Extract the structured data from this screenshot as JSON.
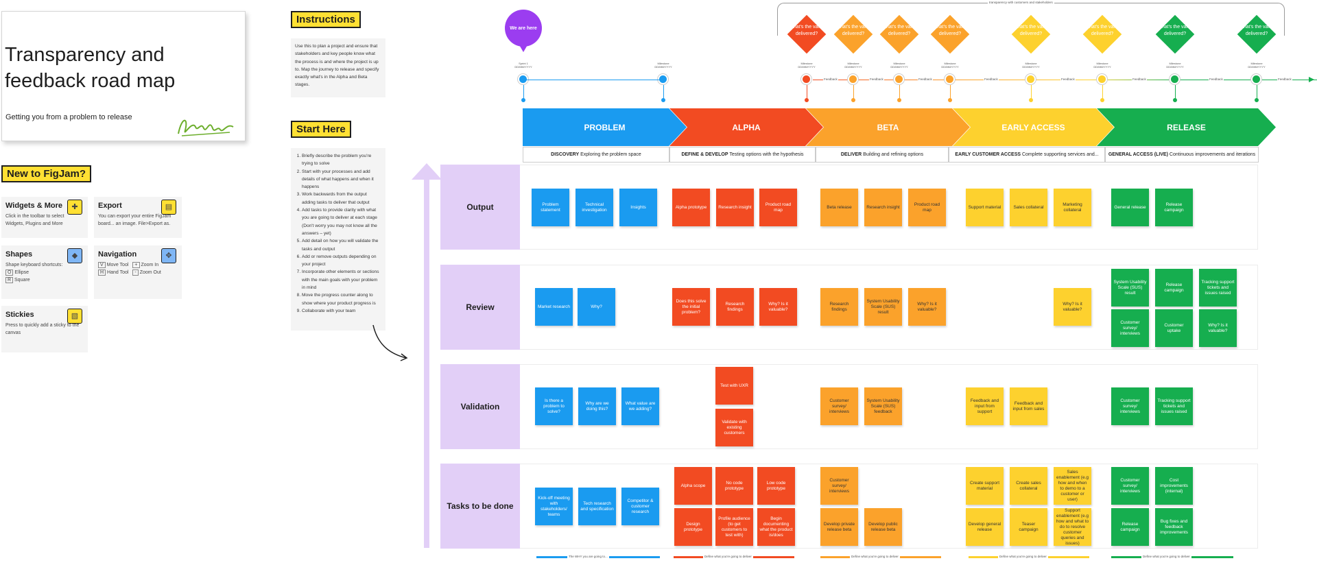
{
  "title_card": {
    "title": "Transparency and feedback road map",
    "subtitle": "Getting you from a problem to release"
  },
  "new_to_figjam": {
    "heading": "New to FigJam?",
    "cards": [
      {
        "title": "Widgets & More",
        "text": "Click in the toolbar to select Widgets, Plugins and More",
        "icon": "plus-widget-icon"
      },
      {
        "title": "Export",
        "text": "You can export your entire FigJam board... an image. File>Export as.",
        "icon": "export-file-icon"
      },
      {
        "title": "Shapes",
        "text": "Shape keyboard shortcuts:",
        "icon": "shapes-icon",
        "items": [
          "Ellipse",
          "Square"
        ],
        "keys": [
          "O",
          "R"
        ]
      },
      {
        "title": "Navigation",
        "text": "",
        "icon": "navigation-move-icon",
        "items": [
          "Move Tool",
          "Hand Tool",
          "Zoom In",
          "Zoom Out"
        ],
        "keys": [
          "V",
          "H",
          "+",
          "-"
        ]
      },
      {
        "title": "Stickies",
        "text": "Press to quickly add a sticky to the canvas",
        "icon": "sticky-note-icon"
      }
    ]
  },
  "instructions": {
    "heading": "Instructions",
    "text": "Use this to plan a project and ensure that stakeholders and key people know what the process is and where the project is up to. Map the journey to release and specify exactly what's in the Alpha and Beta stages."
  },
  "start_here": {
    "heading": "Start Here",
    "steps": [
      "Briefly describe the problem you're trying to solve",
      "Start with your processes and add details of what happens and when it happens",
      "Work backwards from the output adding tasks to deliver that output",
      "Add tasks to provide clarity with what you are going to deliver at each stage (Don't worry you may not know all the answers – yet)",
      "Add detail on how you will validate the tasks and output",
      "Add or remove outputs depending on your project",
      "Incorporate other elements or sections with the main goals with your problem in mind",
      "Move the progress counter along to show where your product progress is",
      "Collaborate with your team"
    ]
  },
  "timeline": {
    "we_are_here": "We are here",
    "bracket_label": "transparency with customers and stakeholders",
    "value_question": "What's the value delivered?",
    "feedback_label": "Feedback",
    "milestones": [
      "Sprint 1 DD/MM/YYYY",
      "Milestone DD/MM/YYYY",
      "Milestone DD/MM/YYYY",
      "Milestone DD/MM/YYYY",
      "Milestone DD/MM/YYYY",
      "Milestone DD/MM/YYYY",
      "Milestone DD/MM/YYYY",
      "Milestone DD/MM/YYYY",
      "Milestone DD/MM/YYYY",
      "Milestone DD/MM/YYYY"
    ]
  },
  "phases": [
    {
      "name": "PROBLEM",
      "color": "#1a9bf0",
      "sub_bold": "DISCOVERY",
      "sub": "Exploring the problem space"
    },
    {
      "name": "ALPHA",
      "color": "#f24b22",
      "sub_bold": "DEFINE & DEVELOP",
      "sub": "Testing options with the hypothesis"
    },
    {
      "name": "BETA",
      "color": "#fba22b",
      "sub_bold": "DELIVER",
      "sub": "Building and refining options"
    },
    {
      "name": "EARLY ACCESS",
      "color": "#fdd12e",
      "sub_bold": "EARLY CUSTOMER ACCESS",
      "sub": "Complete supporting services and..."
    },
    {
      "name": "RELEASE",
      "color": "#16ae4f",
      "sub_bold": "GENERAL ACCESS (LIVE)",
      "sub": "Continuous improvements and iterations"
    }
  ],
  "rows": [
    {
      "label": "Output"
    },
    {
      "label": "Review"
    },
    {
      "label": "Validation"
    },
    {
      "label": "Tasks to be done"
    }
  ],
  "stickies": {
    "output": {
      "problem": [
        "Problem statement",
        "Technical investigation",
        "Insights"
      ],
      "alpha": [
        "Alpha prototype",
        "Research insight",
        "Product road map"
      ],
      "beta": [
        "Beta release",
        "Research insight",
        "Product road map"
      ],
      "early": [
        "Support material",
        "Sales collateral",
        "Marketing collateral"
      ],
      "release": [
        "General release",
        "Release campaign"
      ]
    },
    "review": {
      "problem": [
        "Market research",
        "Why?"
      ],
      "alpha": [
        "Does this solve the initial problem?",
        "Research findings",
        "Why? Is it valuable?"
      ],
      "beta": [
        "Research findings",
        "System Usability Scale (SUS) result",
        "Why? Is it valuable?"
      ],
      "early": [
        "Why? Is it valuable?"
      ],
      "release": [
        "System Usability Scale (SUS) result",
        "Release campaign",
        "Tracking support tickets and issues raised",
        "Customer survey/ interviews",
        "Customer uptake",
        "Why? Is it valuable?"
      ]
    },
    "validation": {
      "problem": [
        "Is there a problem to solve?",
        "Why are we doing this?",
        "What value are we adding?"
      ],
      "alpha": [
        "Test with UXR",
        "Validate with existing customers"
      ],
      "beta": [
        "Customer survey/ interviews",
        "System Usability Scale (SUS) feedback"
      ],
      "early": [
        "Feedback and input from support",
        "Feedback and input from sales"
      ],
      "release": [
        "Customer survey/ interviews",
        "Tracking support tickets and issues raised"
      ]
    },
    "tasks": {
      "problem": [
        "Kick-off meeting with stakeholders/ teams",
        "Tech research and specification",
        "Competitor & customer research"
      ],
      "alpha": [
        "Alpha scope",
        "No code prototype",
        "Low code prototype",
        "Design prototype",
        "Profile audience (to get customers to test with)",
        "Begin documenting what the product is/does"
      ],
      "beta": [
        "Customer survey/ interviews",
        "Develop private release beta",
        "Develop public release beta"
      ],
      "early": [
        "Create support material",
        "Create sales collateral",
        "Sales enablement (e.g how and when to demo to a customer or user)",
        "Develop general release",
        "Teaser campaign",
        "Support enablement (e.g how and what to do to resolve customer queries and issues)"
      ],
      "release": [
        "Customer survey/ interviews",
        "Cost improvements (internal)",
        "Release campaign",
        "Bug fixes and feedback improvements"
      ]
    }
  },
  "bottom_labels": [
    "The WHY you are going to...",
    "Define what you're going to deliver",
    "Define what you're going to deliver",
    "Define what you're going to deliver",
    "Define what you're going to deliver"
  ],
  "colors": {
    "problem": "#1a9bf0",
    "alpha": "#f24b22",
    "beta": "#fba22b",
    "early": "#fdd12e",
    "release": "#16ae4f",
    "row_label": "#e2cff7",
    "we_are_here": "#9b3df0"
  }
}
